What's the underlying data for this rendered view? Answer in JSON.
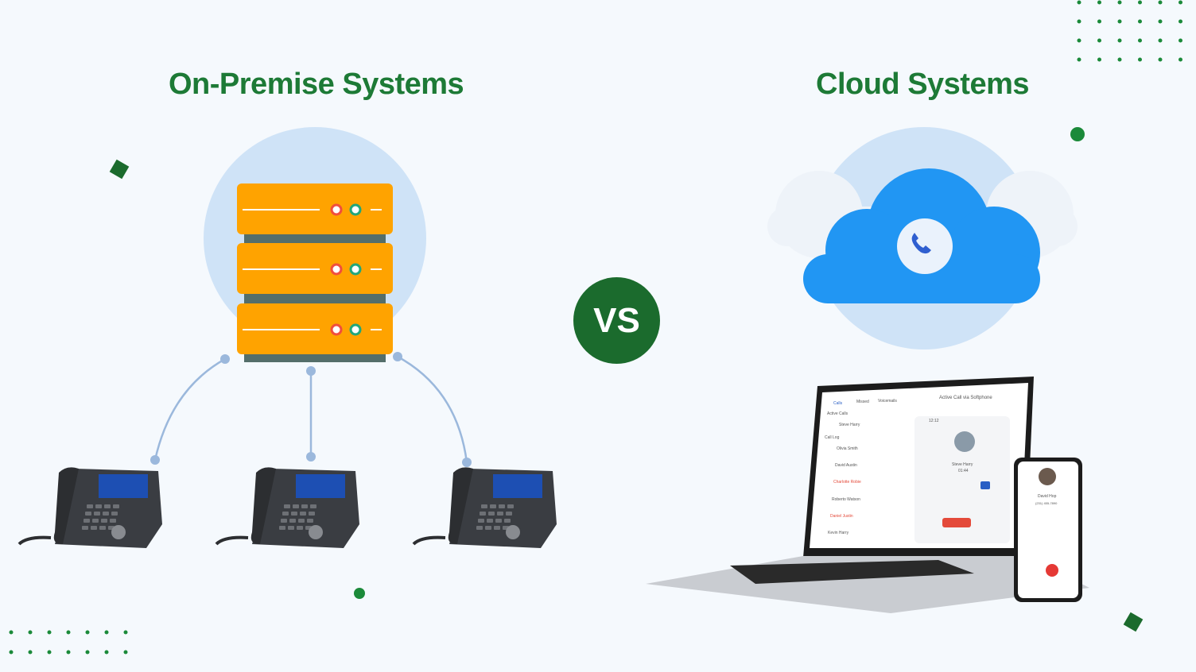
{
  "left": {
    "title": "On-Premise Systems",
    "server_color": "#ffa300",
    "phone_count": 3
  },
  "center": {
    "vs_label": "VS",
    "vs_color": "#1b6b2d"
  },
  "right": {
    "title": "Cloud Systems",
    "cloud_color": "#2196f3",
    "laptop_screen": {
      "tabs": [
        "Calls",
        "Missed",
        "Voicemails"
      ],
      "header": "Active Call via Softphone",
      "active_calls_label": "Active Calls",
      "active_contact": "Steve Harry",
      "call_log_label": "Call Log",
      "call_log": [
        "Olivia Smith",
        "David Austin",
        "Charlotte Robie",
        "Roberto Watson",
        "Daniel Justin",
        "Kevin Harry"
      ],
      "time": "12:12",
      "caller_name": "Steve Harry",
      "call_duration": "01:44"
    },
    "phone_screen": {
      "caller_name": "David Hop",
      "caller_number": "(231) 455-7890"
    }
  },
  "colors": {
    "title": "#1d7a36",
    "accent_green": "#1b8a3a",
    "circle_bg": "#cfe3f7",
    "connector": "#9bb8dc"
  }
}
